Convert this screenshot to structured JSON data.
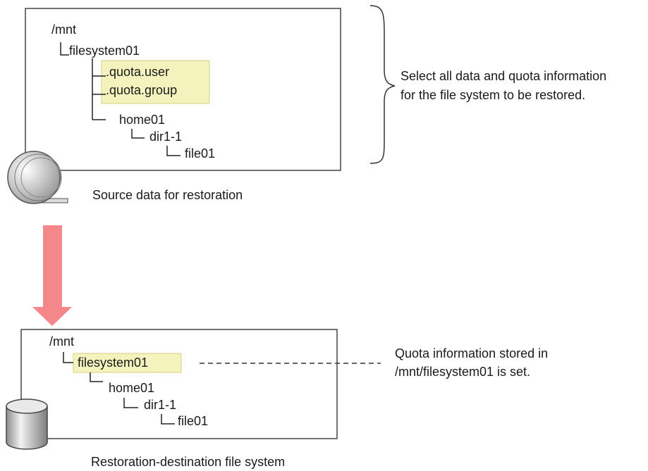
{
  "colors": {
    "highlight": "#f4f2bd",
    "highlight_border": "#d6d382",
    "arrow": "#f4878a",
    "box_border": "#444444",
    "text": "#1a1a1a"
  },
  "source": {
    "tree": {
      "root": "/mnt",
      "filesystem": "filesystem01",
      "quota_user": ".quota.user",
      "quota_group": ".quota.group",
      "home": "home01",
      "dir": "dir1-1",
      "file": "file01"
    },
    "caption": "Source data for restoration",
    "icon": "tape-icon"
  },
  "note_select": {
    "line1": "Select all data and quota information",
    "line2": "for the file system to be restored."
  },
  "destination": {
    "tree": {
      "root": "/mnt",
      "filesystem": "filesystem01",
      "home": "home01",
      "dir": "dir1-1",
      "file": "file01"
    },
    "caption": "Restoration-destination file system",
    "icon": "disk-cylinder-icon"
  },
  "note_quota": {
    "line1": "Quota information stored in",
    "line2": "/mnt/filesystem01 is set."
  }
}
